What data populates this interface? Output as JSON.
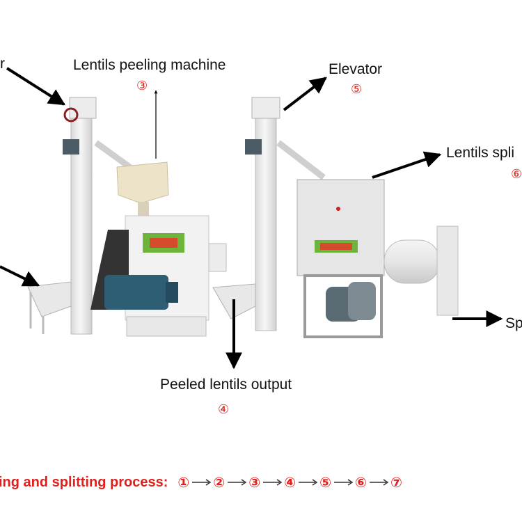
{
  "labels": {
    "top_left": "r",
    "peeling_machine": "Lentils peeling machine",
    "peeling_num": "③",
    "elevator": "Elevator",
    "elevator_num": "⑤",
    "splitting_machine": "Lentils spli",
    "splitting_num": "⑥",
    "peeled_output": "Peeled lentils output",
    "peeled_num": "④",
    "right_bottom": "Sp"
  },
  "process": {
    "text": "ing and splitting process:",
    "steps": [
      "①",
      "②",
      "③",
      "④",
      "⑤",
      "⑥",
      "⑦"
    ]
  },
  "colors": {
    "machine_body": "#efefef",
    "machine_shade": "#d6d6d6",
    "motor": "#2d5e73",
    "hopper": "#ece3c9",
    "accent_red": "#e0201b"
  }
}
